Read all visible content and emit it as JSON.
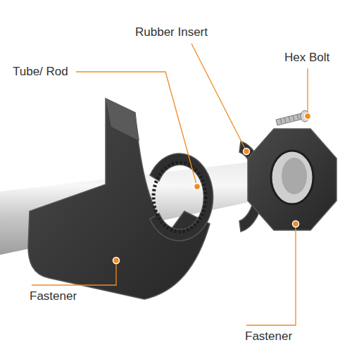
{
  "diagram": {
    "labels": [
      "Rubber Insert",
      "Tube/ Rod",
      "Hex Bolt",
      "Fastener",
      "Fastener"
    ]
  }
}
